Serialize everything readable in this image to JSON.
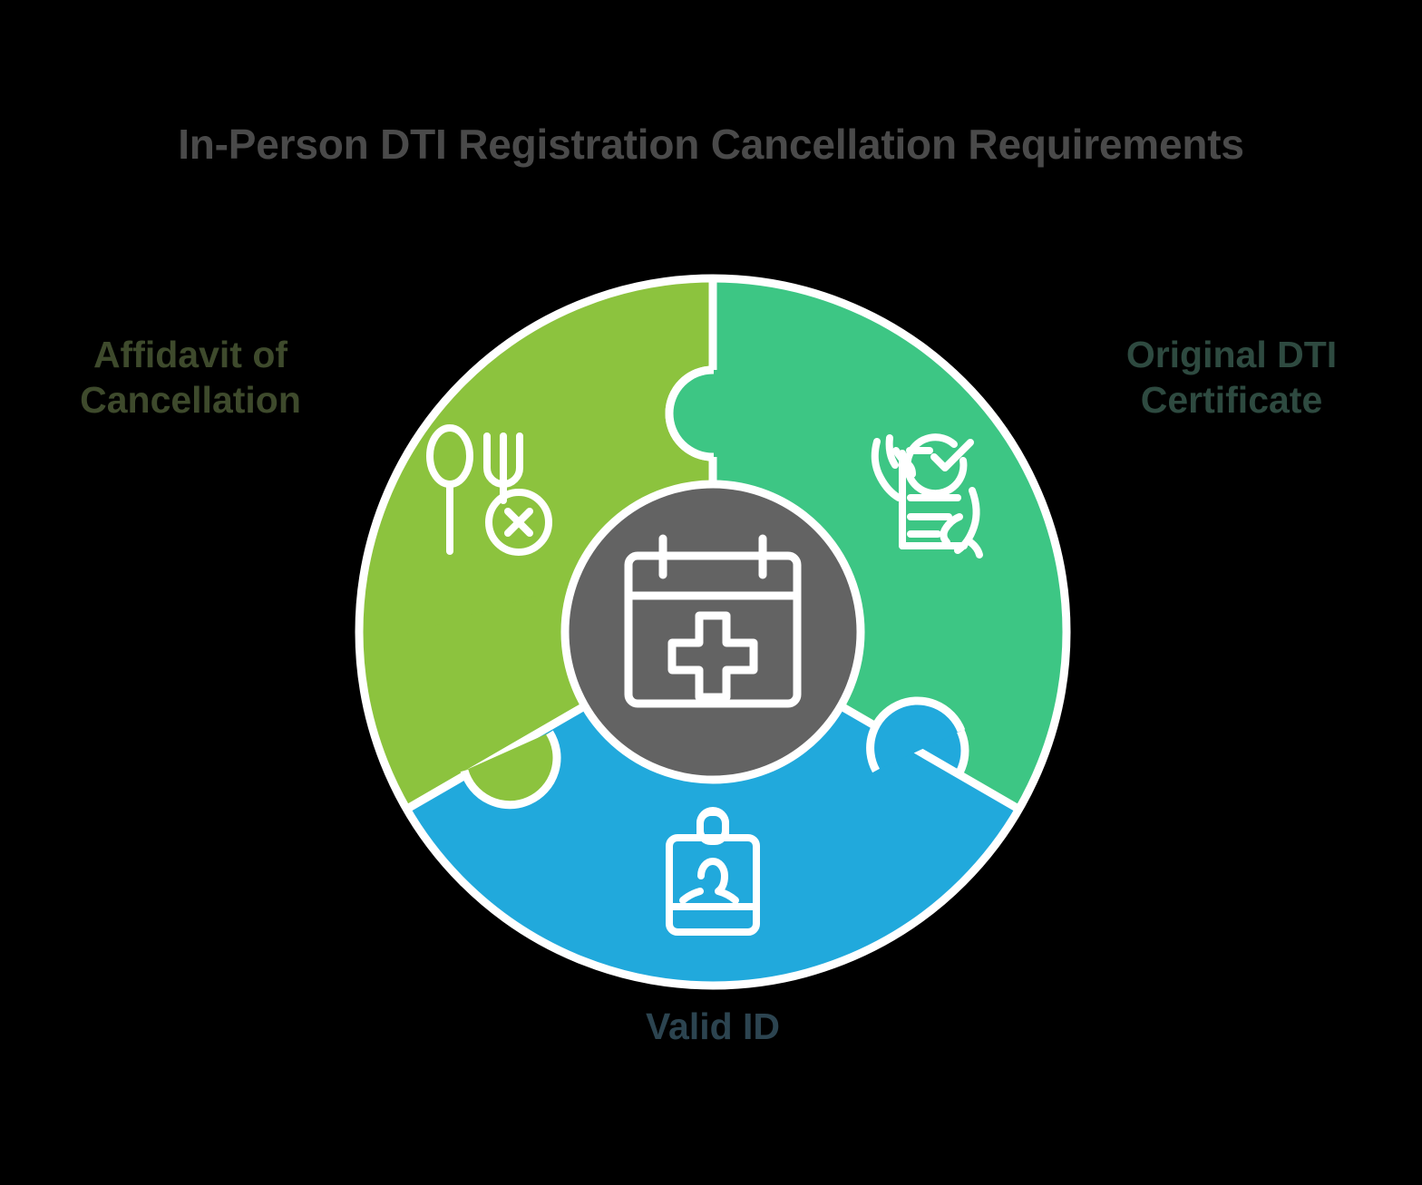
{
  "page": {
    "background_color": "#000000",
    "title": "In-Person DTI Registration Cancellation Requirements",
    "title_color": "#4a4a4a"
  },
  "diagram": {
    "type": "three-part-puzzle-circle",
    "center": {
      "icon": "calendar-medical-cross-icon",
      "fill_color": "#636363",
      "stroke_color": "#ffffff"
    },
    "segments": [
      {
        "id": "affidavit",
        "label": "Affidavit of Cancellation",
        "label_color": "#3e4a2c",
        "position": "left",
        "fill_color": "#8cc33e",
        "icon": "spoon-fork-cancel-icon"
      },
      {
        "id": "certificate",
        "label": "Original DTI Certificate",
        "label_color": "#2e4a40",
        "position": "right",
        "fill_color": "#3dc684",
        "icon": "hands-document-check-icon"
      },
      {
        "id": "valid-id",
        "label": "Valid ID",
        "label_color": "#2c4450",
        "position": "bottom",
        "fill_color": "#21a9dc",
        "icon": "id-badge-person-icon"
      }
    ]
  }
}
